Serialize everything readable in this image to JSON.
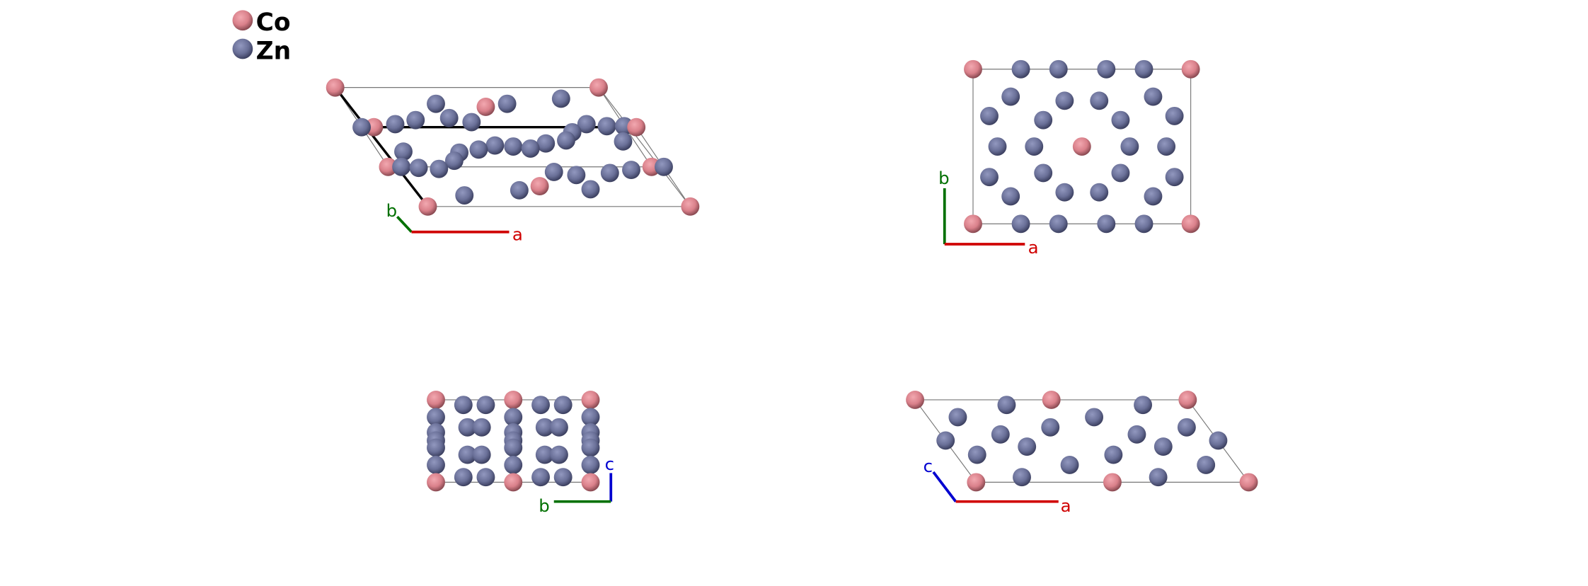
{
  "legend": [
    {
      "label": "Co",
      "color": "#e08890"
    },
    {
      "label": "Zn",
      "color": "#7078a0"
    }
  ],
  "axis_colors": {
    "a": "#d00000",
    "b": "#007000",
    "c": "#0000d0"
  },
  "panels": [
    {
      "name": "perspective-view",
      "axes": [
        "b",
        "a"
      ]
    },
    {
      "name": "view-along-c",
      "axes": [
        "b",
        "a"
      ]
    },
    {
      "name": "view-along-a",
      "axes": [
        "c",
        "b"
      ]
    },
    {
      "name": "view-along-b",
      "axes": [
        "c",
        "a"
      ]
    }
  ]
}
